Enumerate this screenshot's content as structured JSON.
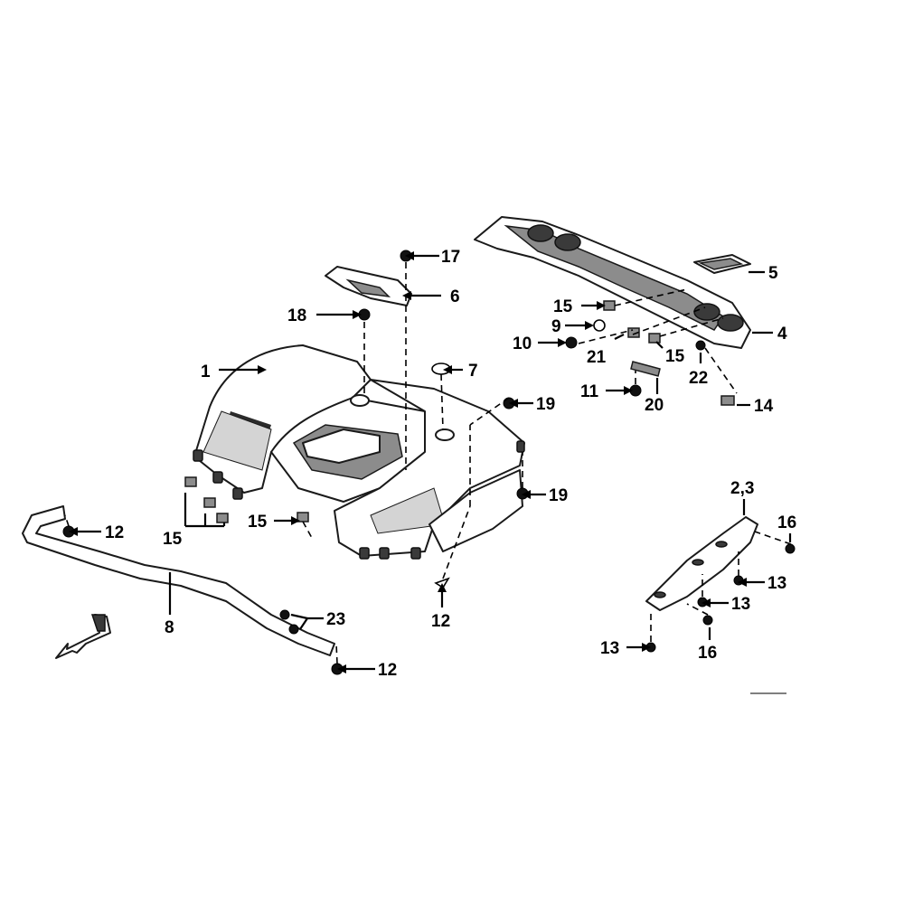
{
  "callouts": {
    "c1": "1",
    "c23": "2,3",
    "c4": "4",
    "c5": "5",
    "c6": "6",
    "c7": "7",
    "c8": "8",
    "c9": "9",
    "c10": "10",
    "c11": "11",
    "c12a": "12",
    "c12b": "12",
    "c12c": "12",
    "c13a": "13",
    "c13b": "13",
    "c13c": "13",
    "c14": "14",
    "c15a": "15",
    "c15b": "15",
    "c15c": "15",
    "c15d": "15",
    "c16a": "16",
    "c16b": "16",
    "c17": "17",
    "c18": "18",
    "c19a": "19",
    "c19b": "19",
    "c20": "20",
    "c21": "21",
    "c22": "22",
    "c23b": "23"
  },
  "colors": {
    "line": "#000000",
    "fill": "#ffffff",
    "shade": "#2b2b2b"
  },
  "icons": {
    "front-direction": "front-arrow-icon"
  }
}
